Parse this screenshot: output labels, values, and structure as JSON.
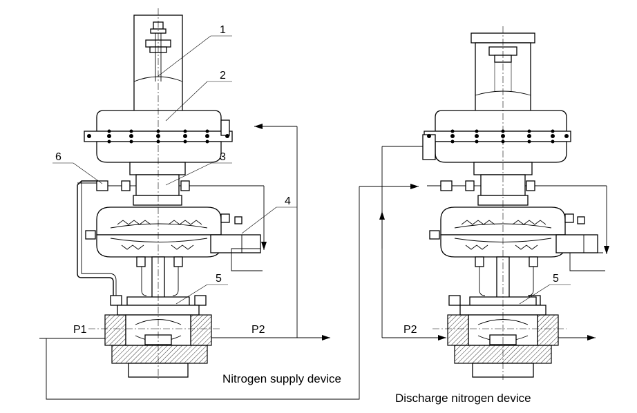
{
  "callouts": [
    "1",
    "2",
    "3",
    "4",
    "5",
    "6",
    "5"
  ],
  "pressures": {
    "left_p1": "P1",
    "left_p2": "P2",
    "right_p2": "P2"
  },
  "captions": {
    "left": "Nitrogen supply device",
    "right": "Discharge nitrogen device"
  }
}
